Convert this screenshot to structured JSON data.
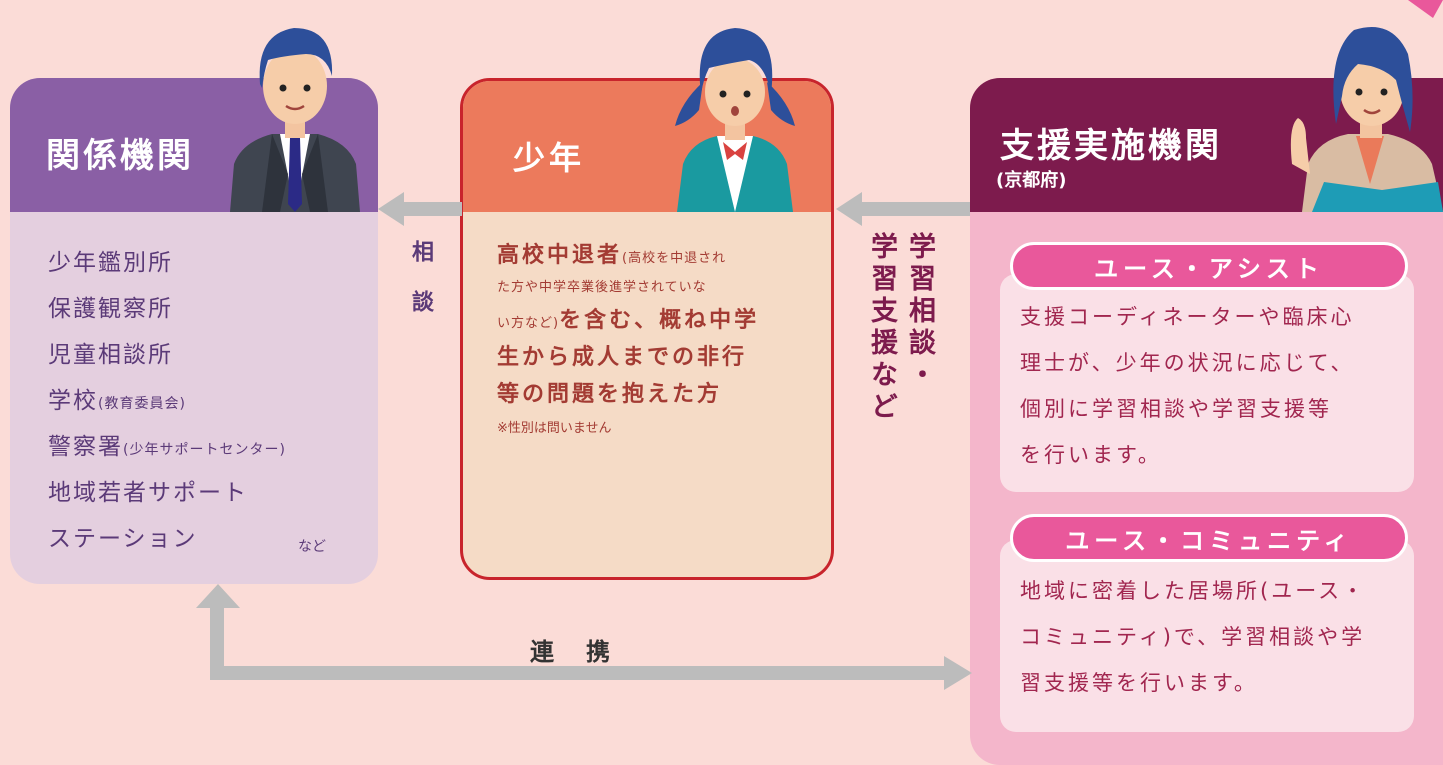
{
  "agencies": {
    "title": "関係機関",
    "items": [
      {
        "main": "少年鑑別所",
        "sub": ""
      },
      {
        "main": "保護観察所",
        "sub": ""
      },
      {
        "main": "児童相談所",
        "sub": ""
      },
      {
        "main": "学校",
        "sub": "(教育委員会)"
      },
      {
        "main": "警察署",
        "sub": "(少年サポートセンター)"
      },
      {
        "main": "地域若者サポート",
        "sub": ""
      },
      {
        "main": "ステーション",
        "sub": ""
      }
    ],
    "etc": "など"
  },
  "youth": {
    "title": "少年",
    "line1_big": "高校中退者",
    "line1_small": "(高校を中退され",
    "line2_small": "た方や中学卒業後進学されていな",
    "line3_small": "い方など)",
    "line3_big": "を含む、概ね中学",
    "line4": "生から成人までの非行",
    "line5": "等の問題を抱えた方",
    "note": "※性別は問いません"
  },
  "support": {
    "title": "支援実施機関",
    "subtitle": "(京都府)",
    "assist": {
      "label": "ユース・アシスト",
      "lines": [
        "支援コーディネーターや臨床心",
        "理士が、少年の状況に応じて、",
        "個別に学習相談や学習支援等",
        "を行います。"
      ]
    },
    "community": {
      "label": "ユース・コミュニティ",
      "lines": [
        "地域に密着した居場所(ユース・",
        "コミュニティ)で、学習相談や学",
        "習支援等を行います。"
      ]
    }
  },
  "connectors": {
    "consult": "相談",
    "study_col1": "学習相談・",
    "study_col2": "学習支援など",
    "cooperate": "連　携"
  },
  "colors": {
    "background": "#fbdcd7",
    "agencies_header": "#8a5fa5",
    "youth_header": "#ec7a5c",
    "support_header": "#7d1b4d",
    "pill": "#e9589b"
  }
}
